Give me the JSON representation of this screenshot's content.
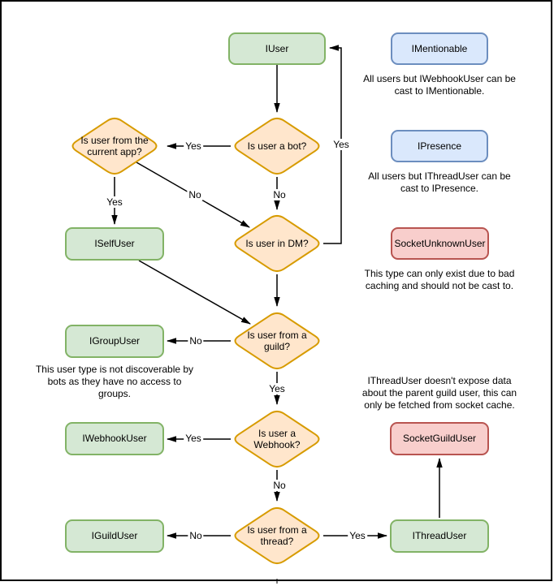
{
  "diagram": {
    "palette": {
      "green_fill": "#d5e8d4",
      "green_stroke": "#82b366",
      "orange_fill": "#ffe6cc",
      "orange_stroke": "#d79b00",
      "blue_fill": "#dae8fc",
      "blue_stroke": "#6c8ebf",
      "red_fill": "#f8cecc",
      "red_stroke": "#b85450",
      "edge_color": "#000000",
      "background": "#ffffff"
    },
    "nodes": {
      "iuser": {
        "label": "IUser"
      },
      "imentionable": {
        "label": "IMentionable"
      },
      "ipresence": {
        "label": "IPresence"
      },
      "socket_unknown_user": {
        "label": "SocketUnknownUser"
      },
      "iselfuser": {
        "label": "ISelfUser"
      },
      "igroupuser": {
        "label": "IGroupUser"
      },
      "iwebhookuser": {
        "label": "IWebhookUser"
      },
      "socket_guild_user": {
        "label": "SocketGuildUser"
      },
      "iguilduser": {
        "label": "IGuildUser"
      },
      "ithreaduser": {
        "label": "IThreadUser"
      }
    },
    "decisions": {
      "is_bot": {
        "label": "Is user a bot?"
      },
      "is_current_app": {
        "label": "Is user from the current app?"
      },
      "is_dm": {
        "label": "Is user in DM?"
      },
      "is_guild": {
        "label": "Is user from a guild?"
      },
      "is_webhook": {
        "label": "Is user a Webhook?"
      },
      "is_thread": {
        "label": "Is user from a thread?"
      }
    },
    "notes": {
      "mentionable": "All users but IWebhookUser can be\ncast to IMentionable.",
      "presence": "All users but IThreadUser can be\ncast to IPresence.",
      "unknown": "This type can only exist due to bad\ncaching and should not be cast to.",
      "group": "This user type is not discoverable by\nbots as they have no access to\ngroups.",
      "thread": "IThreadUser doesn't expose data\nabout the parent guild user, this can\nonly be fetched from socket cache."
    },
    "edge_labels": {
      "bot_yes": "Yes",
      "bot_no": "No",
      "app_yes": "Yes",
      "app_no": "No",
      "dm_yes": "Yes",
      "guild_no": "No",
      "guild_yes": "Yes",
      "webhook_yes": "Yes",
      "webhook_no": "No",
      "thread_no": "No",
      "thread_yes": "Yes"
    }
  }
}
